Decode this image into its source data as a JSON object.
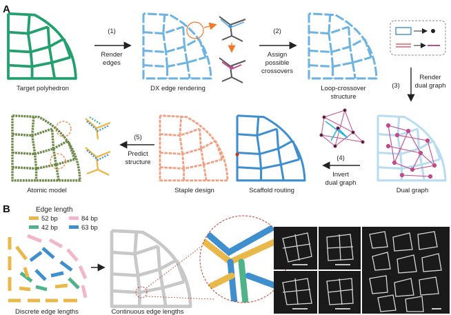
{
  "panel_a": {
    "label": "A",
    "captions": {
      "target": "Target polyhedron",
      "dx": "DX edge rendering",
      "loop": "Loop-crossover",
      "loop2": "structure",
      "dual": "Dual graph",
      "scaffold": "Scaffold routing",
      "staple": "Staple design",
      "atomic": "Atomic model"
    },
    "steps": {
      "s1_num": "(1)",
      "s1_l1": "Render",
      "s1_l2": "edges",
      "s2_num": "(2)",
      "s2_l1": "Assign",
      "s2_l2": "possible",
      "s2_l3": "crossovers",
      "s3_num": "(3)",
      "s3_l1": "Render",
      "s3_l2": "dual graph",
      "s4_num": "(4)",
      "s4_l1": "Invert",
      "s4_l2": "dual graph",
      "s5_num": "(5)",
      "s5_l1": "Predict",
      "s5_l2": "structure"
    }
  },
  "panel_b": {
    "label": "B",
    "legend_title": "Edge length",
    "legend": [
      {
        "label": "52 bp",
        "color": "#e8b84a"
      },
      {
        "label": "84 bp",
        "color": "#f2b6c8"
      },
      {
        "label": "42 bp",
        "color": "#4fb38a"
      },
      {
        "label": "63 bp",
        "color": "#3f8fcf"
      }
    ],
    "captions": {
      "discrete": "Discrete edge lengths",
      "continuous": "Continuous edge lengths"
    }
  },
  "colors": {
    "target_green": "#23a06e",
    "dx_blue": "#6fb3e0",
    "staple_salmon": "#f0a184",
    "dual_pink": "#c04a8a",
    "dual_cyan": "#20b5d8",
    "orange": "#f07a2a"
  }
}
